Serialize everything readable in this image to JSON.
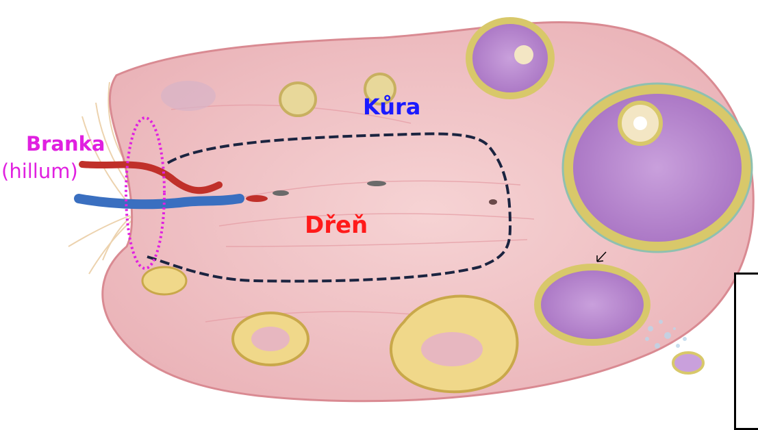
{
  "labels": {
    "cortex": "Kůra",
    "medulla": "Dřeň",
    "hilum_title": "Branka",
    "hilum_sub": "(hillum)"
  },
  "colors": {
    "cortex": "#1a1aff",
    "medulla": "#ff1a1a",
    "hilum": "#e020e0",
    "medulla_outline": "#1b2440",
    "tissue": "#f2c6c8",
    "tissue_edge": "#d98a92",
    "follicle_fill": "#b98ad0",
    "follicle_ring": "#d8c86a",
    "artery": "#c0302a",
    "vein": "#3a6fc0"
  }
}
